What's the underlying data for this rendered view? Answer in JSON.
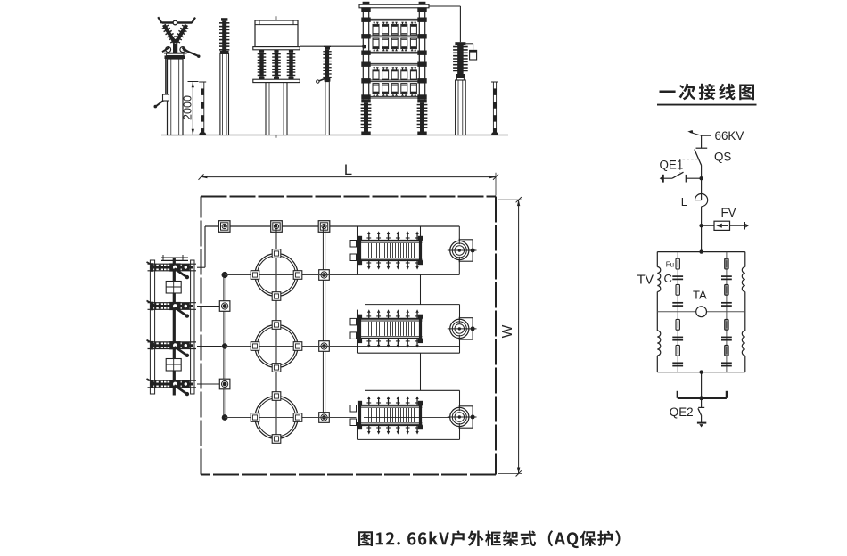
{
  "figure": {
    "caption": "图12. 66kV户外框架式（AQ保护）"
  },
  "schematic": {
    "title": "一次接线图",
    "labels": {
      "incoming": "66KV",
      "disconnector": "QS",
      "earth_switch_1": "QE1",
      "reactor": "L",
      "arrester": "FV",
      "discharge_coil": "TV",
      "capacitor": "C",
      "current_transformer": "TA",
      "fuse": "Fu",
      "earth_switch_2": "QE2"
    }
  },
  "plan": {
    "length_dim": "L",
    "width_dim": "W"
  },
  "elevation": {
    "height_dim": "2000"
  },
  "colors": {
    "ink": "#222222",
    "paper": "#ffffff"
  }
}
